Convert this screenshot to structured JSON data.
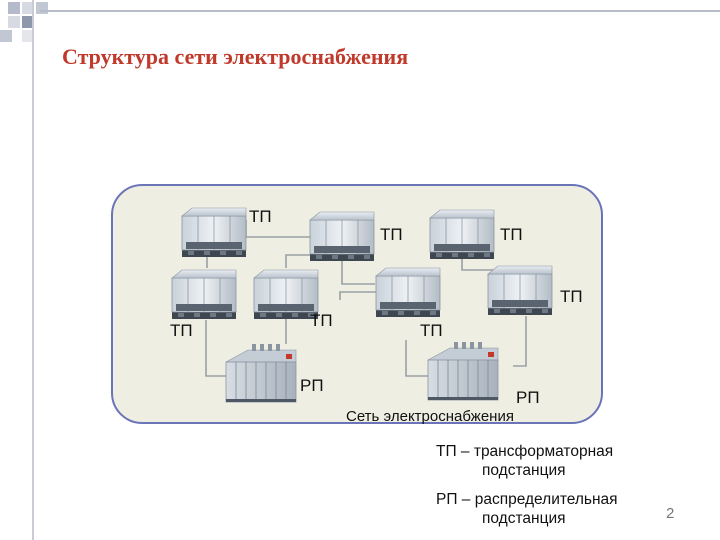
{
  "slide": {
    "title": "Структура сети электроснабжения",
    "page_number": "2"
  },
  "diagram": {
    "labels": {
      "tp1": "ТП",
      "tp2": "ТП",
      "tp3": "ТП",
      "tp4": "ТП",
      "tp5": "ТП",
      "tp6": "ТП",
      "tp7": "ТП",
      "rp1": "РП",
      "rp2": "РП"
    },
    "caption": "Сеть   электроснабжения"
  },
  "legend": {
    "tp_line1": "ТП – трансформаторная",
    "tp_line2": "подстанция",
    "rp_line1": "РП – распределительная",
    "rp_line2": "подстанция"
  },
  "colors": {
    "title": "#c0392b",
    "panel_fill": "#eeeee2",
    "panel_border": "#6b74b8",
    "connector": "#9aa0a6"
  }
}
